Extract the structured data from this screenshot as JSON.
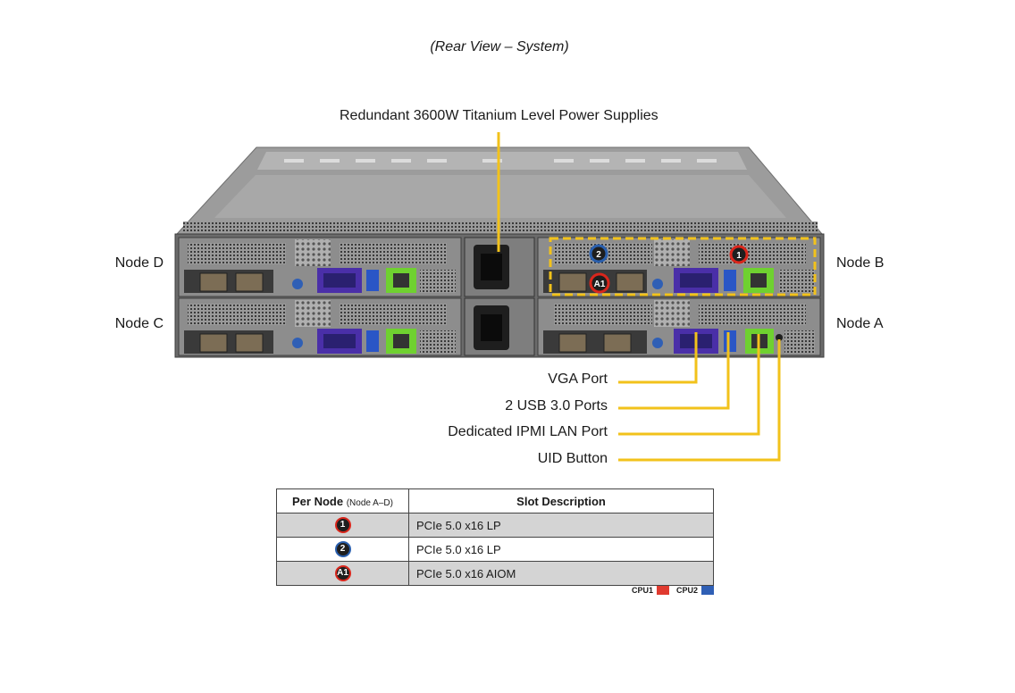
{
  "caption": "(Rear View – System)",
  "labels": {
    "psu": "Redundant  3600W Titanium  Level Power Supplies",
    "node_d": "Node D",
    "node_c": "Node C",
    "node_b": "Node B",
    "node_a": "Node A",
    "vga": "VGA Port",
    "usb": "2 USB  3.0 Ports",
    "ipmi": "Dedicated IPMI  LAN Port",
    "uid": "UID  Button"
  },
  "overlay_badges": [
    "2",
    "1",
    "A1"
  ],
  "table": {
    "header_col1": "Per Node",
    "header_col1_sub": "(Node A–D)",
    "header_col2": "Slot Description",
    "rows": [
      {
        "badge": "1",
        "cpu": "CPU1",
        "description": "PCIe  5.0 x16 LP"
      },
      {
        "badge": "2",
        "cpu": "CPU2",
        "description": "PCIe  5.0 x16 LP"
      },
      {
        "badge": "A1",
        "cpu": "CPU1",
        "description": "PCIe  5.0 x16 AIOM"
      }
    ]
  },
  "legend": [
    {
      "label": "CPU1",
      "color": "#e03a2f"
    },
    {
      "label": "CPU2",
      "color": "#2f5fb5"
    }
  ],
  "colors": {
    "callout": "#f2c21b",
    "cpu1": "#d9261c",
    "cpu2": "#2a5fad"
  }
}
